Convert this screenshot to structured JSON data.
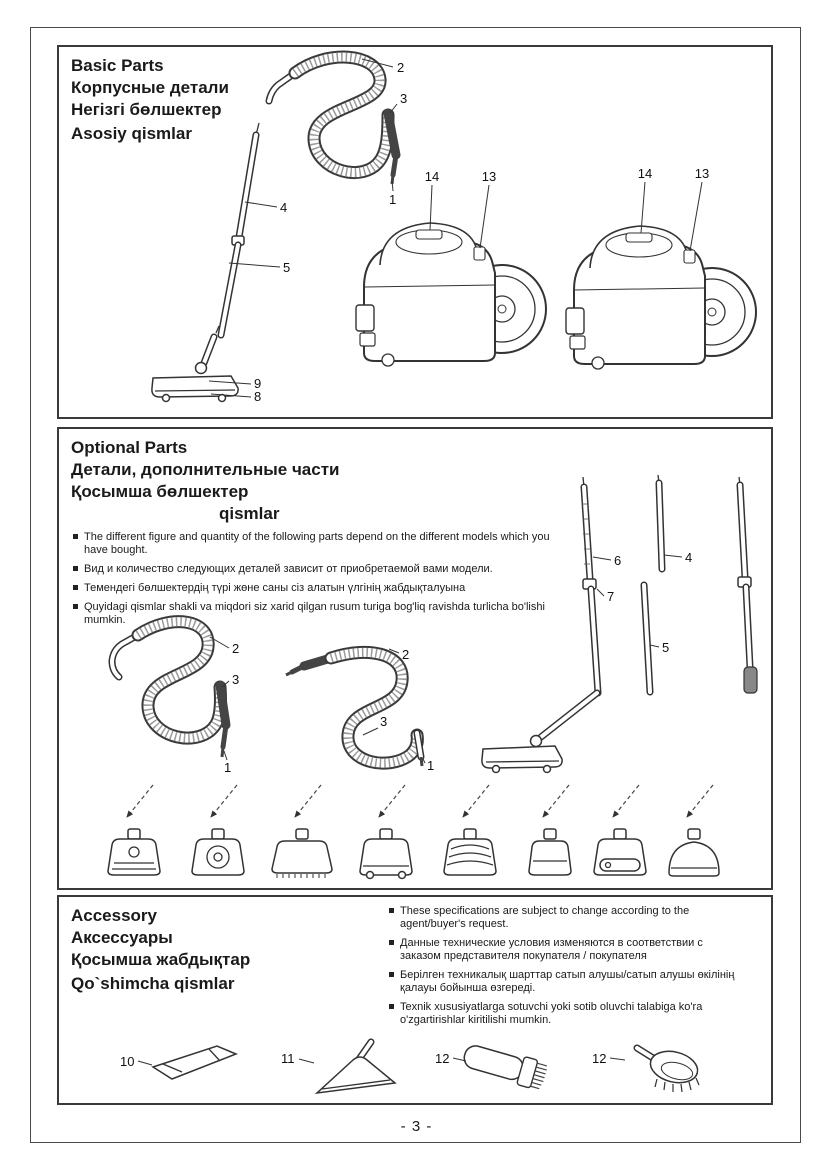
{
  "page": {
    "footer": "- 3 -"
  },
  "basic": {
    "titles": [
      "Basic Parts",
      "Корпусные детали",
      "Негізгі бөлшектер",
      "Asosiy qismlar"
    ],
    "hose_labels": {
      "hose": "2",
      "grip": "3",
      "end": "1"
    },
    "tube_labels": {
      "upper": "4",
      "lower": "5"
    },
    "nozzle_labels": {
      "neck": "9",
      "base": "8"
    },
    "body_labels": {
      "lid": "14",
      "clip": "13"
    }
  },
  "optional": {
    "titles": [
      "Optional Parts",
      "Детали, дополнительные части",
      "Қосымша бөлшектер",
      "qismlar"
    ],
    "bullets": [
      "The different figure and quantity of the following parts depend on the different models which you have bought.",
      "Вид и количество следующих деталей зависит от приобретаемой вами модели.",
      "Темендегі бөлшектердің түрі жөне саны сіз алатын үлгінің жабдықталуына",
      "Quyidagi qismlar shakli va miqdori siz xarid qilgan rusum turiga bog'liq ravishda turlicha bo'lishi mumkin."
    ],
    "hose1_labels": {
      "hose": "2",
      "grip": "3",
      "end": "1"
    },
    "hose2_labels": {
      "hose": "2",
      "mid": "3",
      "end": "1"
    },
    "tube_labels": {
      "upper": "6",
      "collar": "7",
      "tube2": "4",
      "tube3": "5"
    }
  },
  "accessory": {
    "titles": [
      "Accessory",
      "Аксессуары",
      "Қосымша жабдықтар",
      "Qo`shimcha qismlar"
    ],
    "bullets": [
      "These specifications are subject to change according to the agent/buyer's request.",
      "Данные технические условия изменяются в соответствии с заказом представителя покупателя / покупателя",
      "Берілген техникалық шарттар сатып алушы/сатып алушы өкілінің қалауы бойынша өзгереді.",
      "Texnik xususiyatlarga sotuvchi yoki sotib oluvchi talabiga ko'ra o'zgartirishlar kiritilishi mumkin."
    ],
    "item_labels": [
      "10",
      "11",
      "12",
      "12"
    ]
  }
}
